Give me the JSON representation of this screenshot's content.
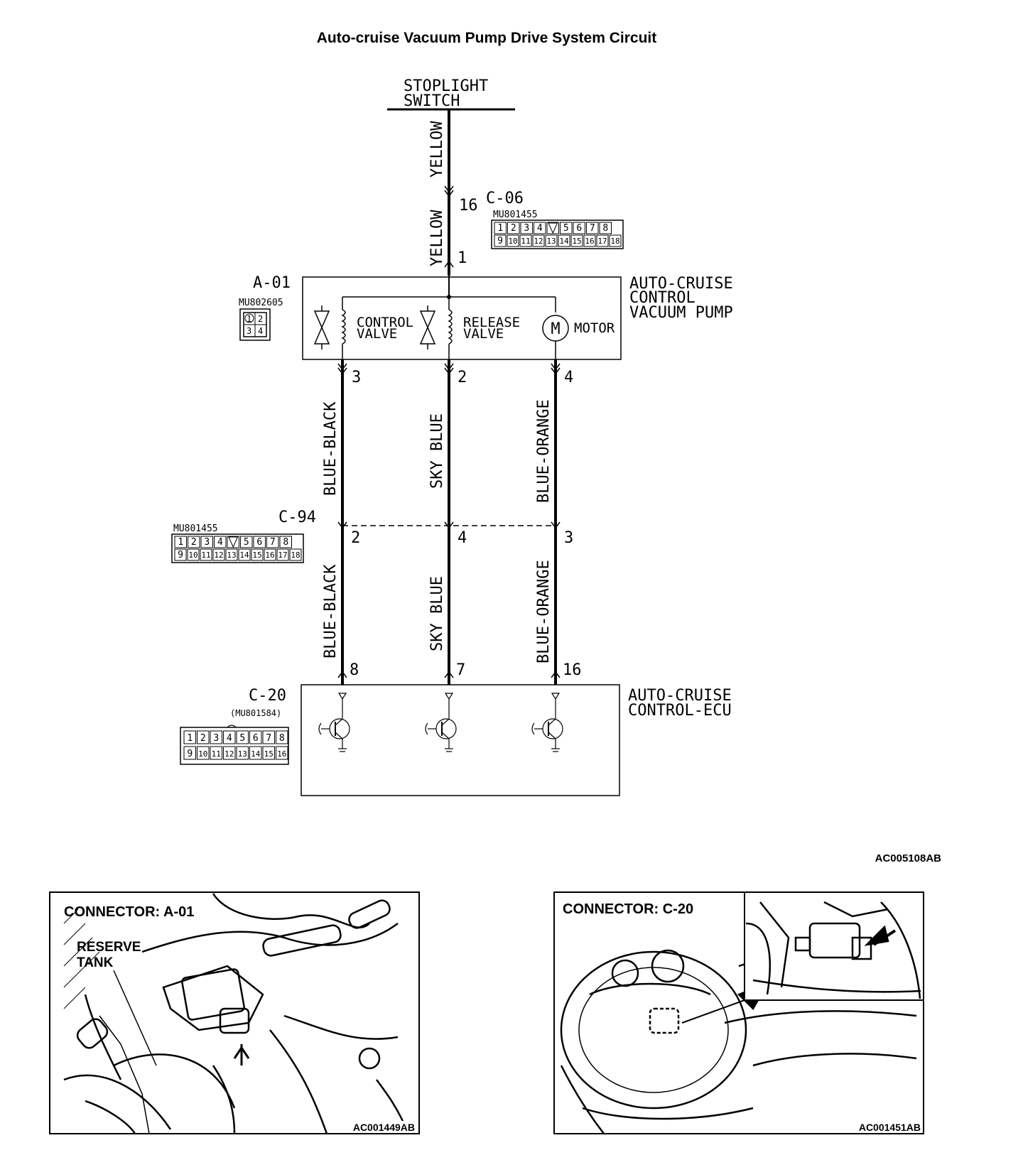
{
  "title": "Auto-cruise Vacuum Pump Drive System Circuit",
  "stoplight": {
    "line1": "STOPLIGHT",
    "line2": "SWITCH"
  },
  "wires": {
    "top_a": "YELLOW",
    "top_b": "YELLOW",
    "col1_upper": "BLUE-BLACK",
    "col2_upper": "SKY BLUE",
    "col3_upper": "BLUE-ORANGE",
    "col1_lower": "BLUE-BLACK",
    "col2_lower": "SKY BLUE",
    "col3_lower": "BLUE-ORANGE"
  },
  "connectors": {
    "c06": {
      "id": "C-06",
      "part": "MU801455",
      "pins_top": [
        "1",
        "2",
        "3",
        "4",
        "",
        "5",
        "6",
        "7",
        "8"
      ],
      "pins_bottom": [
        "9",
        "10",
        "11",
        "12",
        "13",
        "14",
        "15",
        "16",
        "17",
        "18"
      ]
    },
    "a01": {
      "id": "A-01",
      "part": "MU802605",
      "pins": [
        "1",
        "2",
        "3",
        "4"
      ]
    },
    "c94": {
      "id": "C-94",
      "part": "MU801455",
      "pins_top": [
        "1",
        "2",
        "3",
        "4",
        "",
        "5",
        "6",
        "7",
        "8"
      ],
      "pins_bottom": [
        "9",
        "10",
        "11",
        "12",
        "13",
        "14",
        "15",
        "16",
        "17",
        "18"
      ]
    },
    "c20": {
      "id": "C-20",
      "part": "(MU801584)",
      "pins_top": [
        "1",
        "2",
        "3",
        "4",
        "5",
        "6",
        "7",
        "8"
      ],
      "pins_bottom": [
        "9",
        "10",
        "11",
        "12",
        "13",
        "14",
        "15",
        "16"
      ]
    }
  },
  "pins": {
    "p16": "16",
    "p1": "1",
    "p3": "3",
    "p2": "2",
    "p4": "4",
    "c94_2": "2",
    "c94_4": "4",
    "c94_3": "3",
    "ecu_8": "8",
    "ecu_7": "7",
    "ecu_16": "16"
  },
  "pump": {
    "label1": "AUTO-CRUISE",
    "label2": "CONTROL",
    "label3": "VACUUM PUMP",
    "control_valve1": "CONTROL",
    "control_valve2": "VALVE",
    "release_valve1": "RELEASE",
    "release_valve2": "VALVE",
    "motor": "MOTOR",
    "motor_symbol": "M"
  },
  "ecu": {
    "label1": "AUTO-CRUISE",
    "label2": "CONTROL-ECU"
  },
  "figure_ref": "AC005108AB",
  "photo_left": {
    "heading": "CONNECTOR: A-01",
    "label1": "RESERVE",
    "label2": "TANK",
    "ref": "AC001449AB"
  },
  "photo_right": {
    "heading": "CONNECTOR: C-20",
    "ref": "AC001451AB"
  }
}
